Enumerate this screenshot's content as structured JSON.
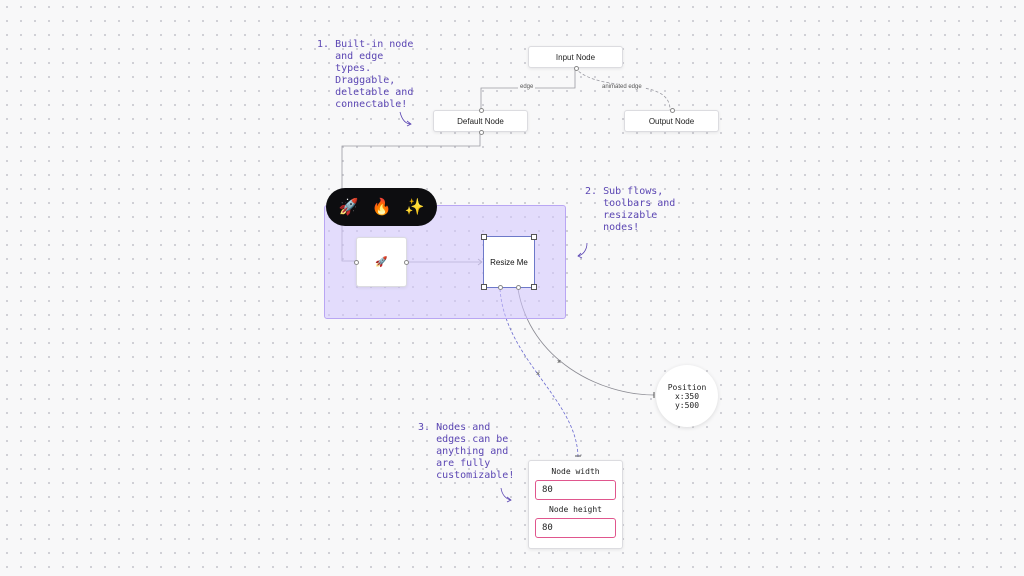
{
  "notes": {
    "note1": {
      "number": "1.",
      "text": "Built-in node\nand edge\ntypes.\nDraggable,\ndeletable and\nconnectable!"
    },
    "note2": {
      "number": "2.",
      "text": "Sub flows,\ntoolbars and\nresizable\nnodes!"
    },
    "note3": {
      "number": "3.",
      "text": "Nodes and\nedges can be\nanything and\nare fully\ncustomizable!"
    }
  },
  "nodes": {
    "input": {
      "label": "Input Node"
    },
    "default": {
      "label": "Default Node"
    },
    "output": {
      "label": "Output Node"
    },
    "subflow_child": {
      "icon": "🚀"
    },
    "resize": {
      "label": "Resize Me"
    },
    "position": {
      "title": "Position",
      "x": "x:350",
      "y": "y:500"
    },
    "form": {
      "width_label": "Node width",
      "width_value": "80",
      "height_label": "Node height",
      "height_value": "80"
    }
  },
  "edges": {
    "edge_label": "edge",
    "animated_label": "animated edge"
  },
  "toolbar": {
    "items": [
      {
        "icon": "🚀"
      },
      {
        "icon": "🔥"
      },
      {
        "icon": "✨"
      }
    ]
  }
}
